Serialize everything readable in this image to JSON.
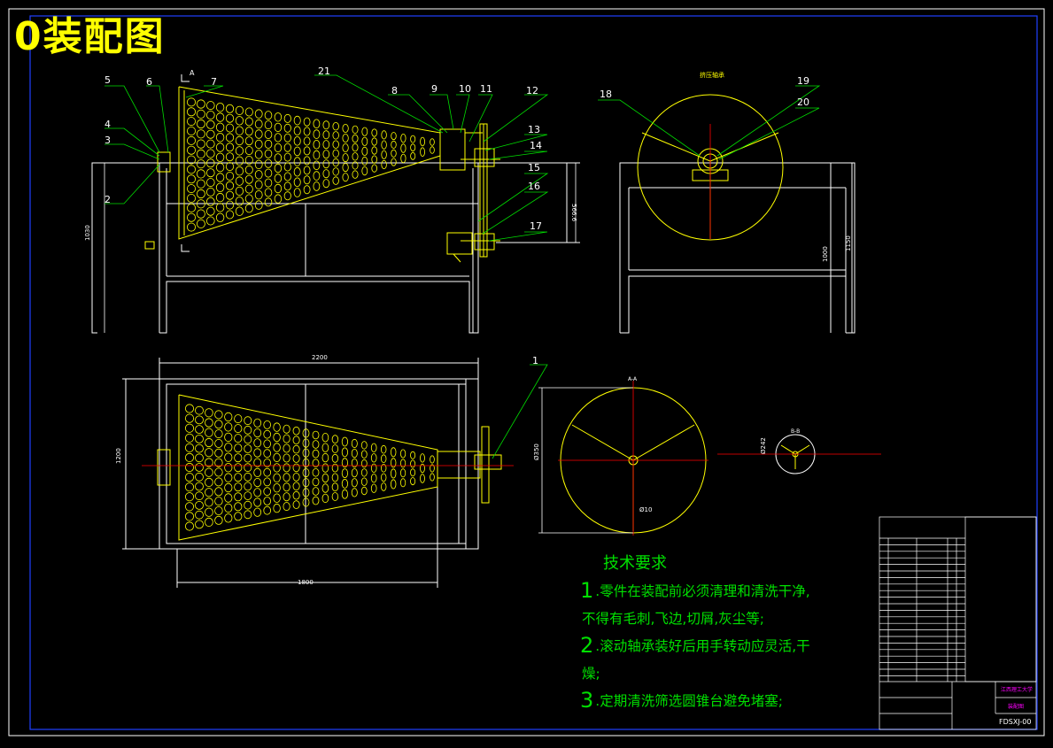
{
  "drawing": {
    "title": "0装配图",
    "tech_requirements": {
      "heading": "技术要求",
      "lines": [
        {
          "num": "1",
          "text": ".零件在装配前必须清理和清洗干净,"
        },
        {
          "num": "",
          "text": "不得有毛刺,飞边,切屑,灰尘等;"
        },
        {
          "num": "2",
          "text": ".滚动轴承装好后用手转动应灵活,干"
        },
        {
          "num": "",
          "text": "燥;"
        },
        {
          "num": "3",
          "text": ".定期清洗筛选圆锥台避免堵塞;"
        }
      ]
    },
    "balloons": [
      "1",
      "2",
      "3",
      "4",
      "5",
      "6",
      "7",
      "8",
      "9",
      "10",
      "11",
      "12",
      "13",
      "14",
      "15",
      "16",
      "17",
      "18",
      "19",
      "20",
      "21"
    ],
    "dimensions": {
      "overall_width": "2200",
      "inner_length": "1800",
      "plan_width": "1200",
      "front_height": "1030",
      "shaft_center": "566.6",
      "side_height_a": "1000",
      "side_height_b": "1150",
      "wheel_dia": "Ø350",
      "hub_dia": "Ø10",
      "small_dia": "Ø242"
    },
    "labels": {
      "side_view_caption": "挤压轴承",
      "section_a": "A-A",
      "section_b": "B-B",
      "symbol_a": "A"
    },
    "title_block": {
      "school": "江西理工大学",
      "drawing_name": "装配图",
      "drawing_no": "FDSXJ-00"
    },
    "colors": {
      "outline": "#ffffff",
      "part": "#ffff00",
      "leader": "#00ff00",
      "centerline": "#ff0000",
      "frame": "#0000ff",
      "bom_text": "#ff00ff"
    }
  }
}
